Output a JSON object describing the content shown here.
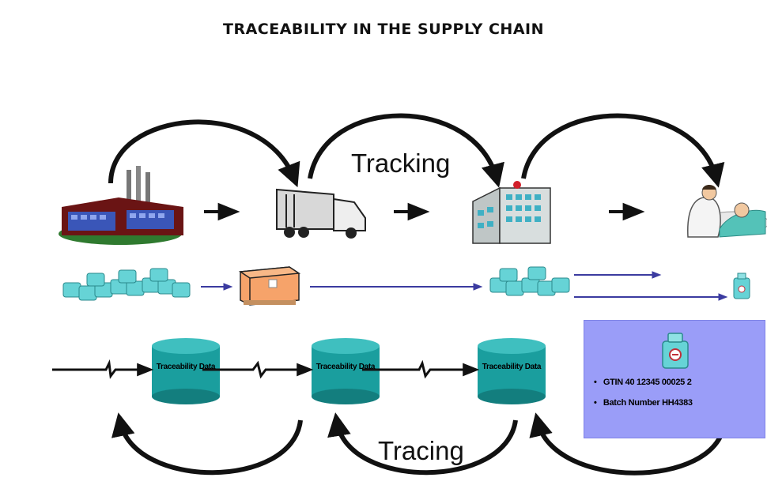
{
  "title": "TRACEABILITY IN THE SUPPLY CHAIN",
  "tracking_label": "Tracking",
  "tracing_label": "Tracing",
  "databases": [
    {
      "label": "Traceability Data"
    },
    {
      "label": "Traceability Data"
    },
    {
      "label": "Traceability Data"
    }
  ],
  "info_box": {
    "lines": [
      "GTIN 40 12345 00025 2",
      "Batch Number HH4383"
    ]
  },
  "colors": {
    "arrow": "#111111",
    "flow_line": "#3b3ba0",
    "cylinder": "#1a9e9e",
    "info_box": "#9a9df8"
  }
}
